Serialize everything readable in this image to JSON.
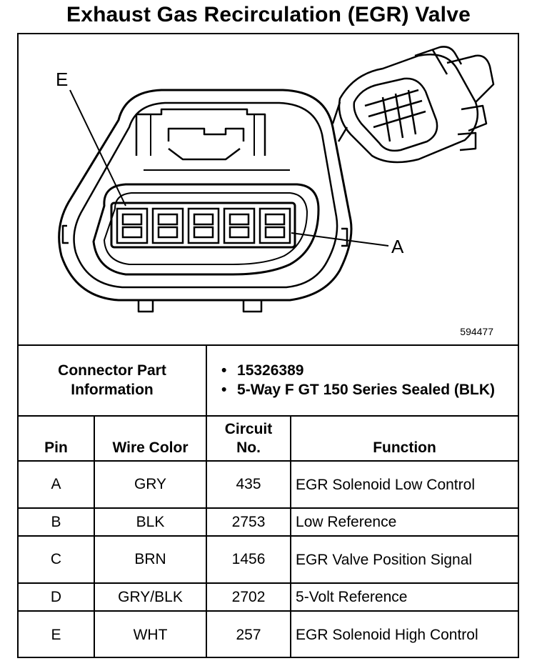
{
  "title": "Exhaust Gas Recirculation (EGR) Valve",
  "diagram": {
    "label_e": "E",
    "label_a": "A",
    "part_number": "594477"
  },
  "connector_info": {
    "label": "Connector Part Information",
    "items": [
      "15326389",
      "5-Way F GT 150 Series Sealed (BLK)"
    ]
  },
  "table": {
    "headers": {
      "pin": "Pin",
      "wire_color": "Wire Color",
      "circuit_no": "Circuit No.",
      "function": "Function"
    },
    "rows": [
      {
        "pin": "A",
        "wire_color": "GRY",
        "circuit": "435",
        "function": "EGR Solenoid Low Control"
      },
      {
        "pin": "B",
        "wire_color": "BLK",
        "circuit": "2753",
        "function": "Low Reference"
      },
      {
        "pin": "C",
        "wire_color": "BRN",
        "circuit": "1456",
        "function": "EGR Valve Position Signal"
      },
      {
        "pin": "D",
        "wire_color": "GRY/BLK",
        "circuit": "2702",
        "function": "5-Volt Reference"
      },
      {
        "pin": "E",
        "wire_color": "WHT",
        "circuit": "257",
        "function": "EGR Solenoid High Control"
      }
    ]
  }
}
